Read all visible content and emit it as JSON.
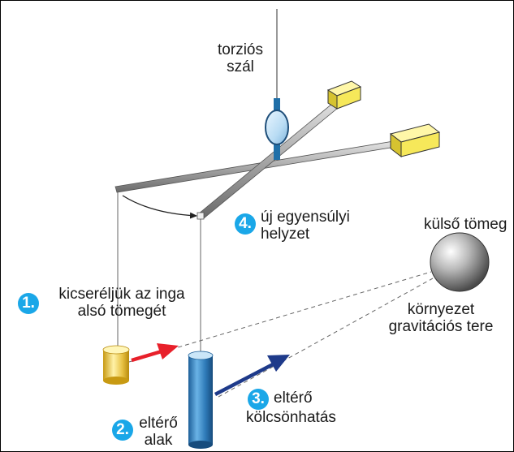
{
  "labels": {
    "torsion_fiber": [
      "torziós",
      "szál"
    ],
    "new_equilibrium": [
      "új egyensúlyi",
      "helyzet"
    ],
    "external_mass": "külső tömeg",
    "environment_field": [
      "környezet",
      "gravitációs tere"
    ],
    "replace_mass": [
      "kicseréljük az inga",
      "alsó tömegét"
    ],
    "different_shape": [
      "eltérő",
      "alak"
    ],
    "different_interaction": [
      "eltérő",
      "kölcsönhatás"
    ]
  },
  "badges": {
    "replace": "1.",
    "shape": "2.",
    "interaction": "3.",
    "equilibrium": "4."
  },
  "colors": {
    "badge": "#1aa7e8",
    "red_arrow": "#e8202a",
    "blue_arrow": "#1e3a8a",
    "fiber_blue": "#1f6fa8",
    "yellow_mass": "#f6e85a",
    "blue_cylinder": "#3b8fcc",
    "gold_cylinder": "#e0b520"
  }
}
